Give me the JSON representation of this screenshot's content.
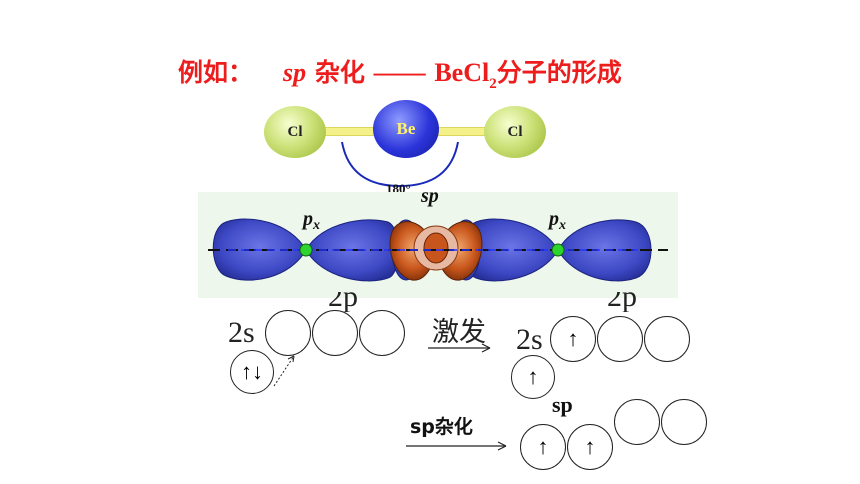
{
  "title": {
    "prefix": "例如：",
    "sp": "sp",
    "hybrid": "杂化",
    "dash": "——",
    "becl": "BeCl",
    "sub2": "2",
    "suffix": "分子的形成"
  },
  "molecule": {
    "left_atom": "Cl",
    "center_atom": "Be",
    "right_atom": "Cl",
    "angle_label": "180°"
  },
  "orbitals": {
    "sp_label": "sp",
    "px_label_left": "p",
    "px_label_right": "p",
    "px_sub": "x"
  },
  "electrons": {
    "ground": {
      "s_label": "2s",
      "p_label": "2p"
    },
    "excite_label": "激发",
    "excited": {
      "s_label": "2s",
      "p_label": "2p"
    },
    "hybridize_label": "sp杂化",
    "hybrid_label": "sp",
    "arrows": {
      "up": "↑",
      "down": "↓"
    }
  },
  "colors": {
    "title_red": "#ee1d1d",
    "lobe_blue": "#3d48c4",
    "lobe_orange": "#c8561c",
    "node_green": "#2dd42d"
  }
}
